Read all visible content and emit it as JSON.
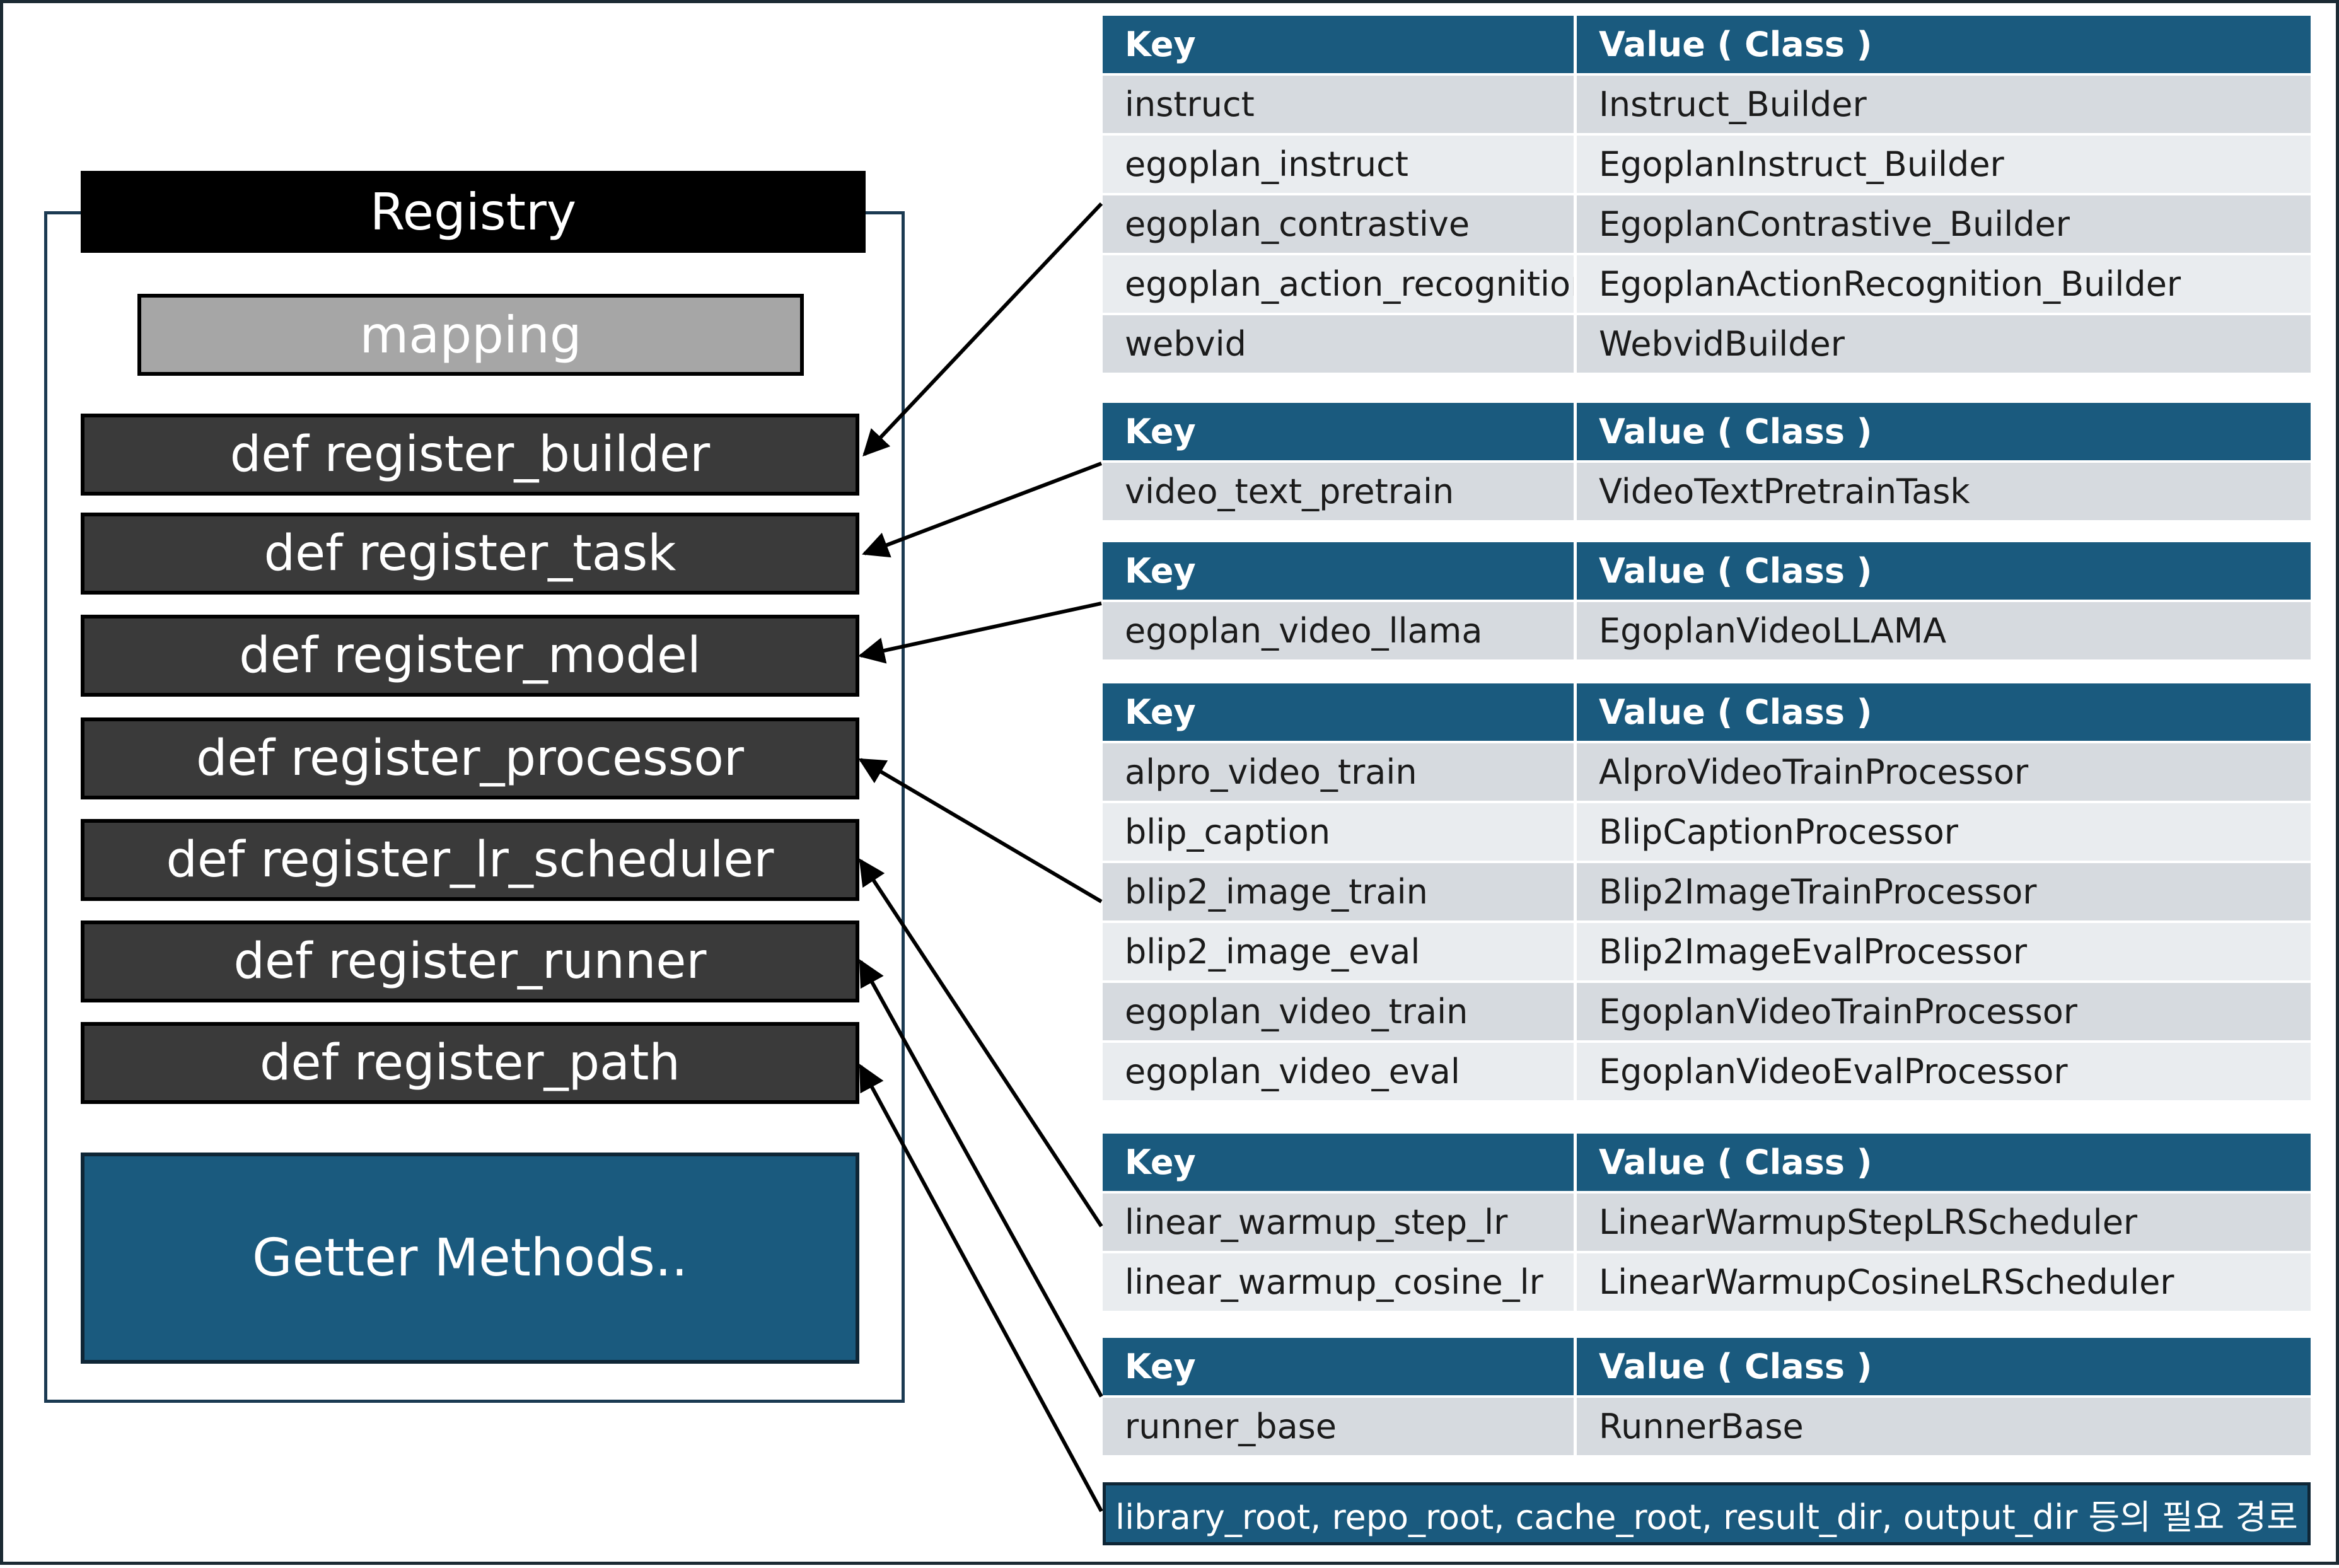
{
  "registry": {
    "title": "Registry",
    "mapping": "mapping",
    "methods": [
      "def register_builder",
      "def register_task",
      "def register_model",
      "def register_processor",
      "def register_lr_scheduler",
      "def register_runner",
      "def register_path"
    ],
    "getter": "Getter Methods.."
  },
  "tables": [
    {
      "header": [
        "Key",
        "Value ( Class )"
      ],
      "rows": [
        [
          "instruct",
          "Instruct_Builder"
        ],
        [
          "egoplan_instruct",
          "EgoplanInstruct_Builder"
        ],
        [
          "egoplan_contrastive",
          "EgoplanContrastive_Builder"
        ],
        [
          "egoplan_action_recognition",
          "EgoplanActionRecognition_Builder"
        ],
        [
          "webvid",
          "WebvidBuilder"
        ]
      ]
    },
    {
      "header": [
        "Key",
        "Value ( Class )"
      ],
      "rows": [
        [
          "video_text_pretrain",
          "VideoTextPretrainTask"
        ]
      ]
    },
    {
      "header": [
        "Key",
        "Value ( Class )"
      ],
      "rows": [
        [
          "egoplan_video_llama",
          "EgoplanVideoLLAMA"
        ]
      ]
    },
    {
      "header": [
        "Key",
        "Value ( Class )"
      ],
      "rows": [
        [
          "alpro_video_train",
          "AlproVideoTrainProcessor"
        ],
        [
          "blip_caption",
          "BlipCaptionProcessor"
        ],
        [
          "blip2_image_train",
          "Blip2ImageTrainProcessor"
        ],
        [
          "blip2_image_eval",
          "Blip2ImageEvalProcessor"
        ],
        [
          "egoplan_video_train",
          "EgoplanVideoTrainProcessor"
        ],
        [
          "egoplan_video_eval",
          "EgoplanVideoEvalProcessor"
        ]
      ]
    },
    {
      "header": [
        "Key",
        "Value ( Class )"
      ],
      "rows": [
        [
          "linear_warmup_step_lr",
          "LinearWarmupStepLRScheduler"
        ],
        [
          "linear_warmup_cosine_lr",
          "LinearWarmupCosineLRScheduler"
        ]
      ]
    },
    {
      "header": [
        "Key",
        "Value ( Class )"
      ],
      "rows": [
        [
          "runner_base",
          "RunnerBase"
        ]
      ]
    }
  ],
  "path_note": "library_root, repo_root, cache_root, result_dir, output_dir 등의 필요 경로"
}
